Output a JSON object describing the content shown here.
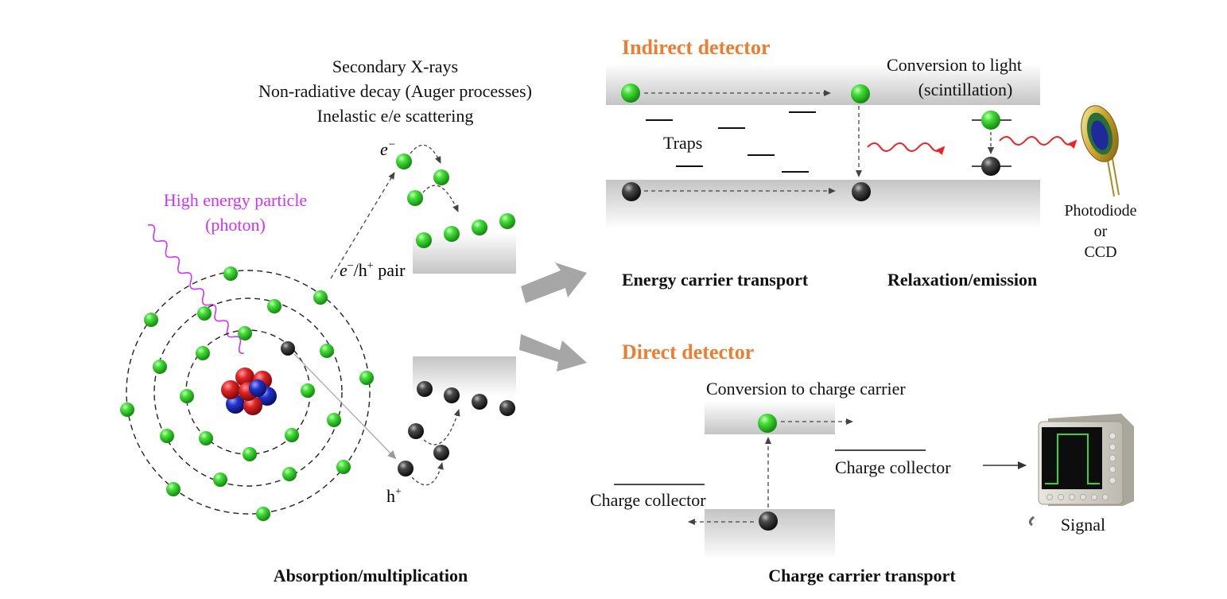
{
  "colors": {
    "accent": "#ED7D31",
    "photon": "#CC33FF",
    "electron": "#33CC33",
    "hole": "#333333",
    "nucleus_proton": "#DD2222",
    "nucleus_neutron": "#2233CC",
    "emission_wave": "#EE2222",
    "band": "#CFCFCF",
    "arrow_gray": "#A6A6A6"
  },
  "left": {
    "processes": [
      "Secondary X-rays",
      "Non-radiative decay (Auger processes)",
      "Inelastic e/e scattering"
    ],
    "electron_label": "e",
    "electron_sup": "−",
    "particle_label_line1": "High energy particle",
    "particle_label_line2": "(photon)",
    "pair_label_e": "e",
    "pair_label_mid": "/h",
    "pair_label_sup1": "−",
    "pair_label_sup2": "+",
    "pair_label_tail": " pair",
    "hole_label": "h",
    "hole_sup": "+",
    "caption": "Absorption/multiplication"
  },
  "indirect": {
    "title": "Indirect detector",
    "conversion_line1": "Conversion to light",
    "conversion_line2": "(scintillation)",
    "traps": "Traps",
    "photodiode_line1": "Photodiode",
    "photodiode_line2": "or",
    "photodiode_line3": "CCD",
    "caption_transport": "Energy carrier transport",
    "caption_relax": "Relaxation/emission"
  },
  "direct": {
    "title": "Direct detector",
    "conversion": "Conversion to charge carrier",
    "collector_right": "Charge collector",
    "collector_left": "Charge collector",
    "signal": "Signal",
    "caption": "Charge carrier transport"
  },
  "icons": {
    "atom": "atom-icon",
    "photodiode": "photodiode-icon",
    "oscilloscope": "oscilloscope-icon"
  }
}
